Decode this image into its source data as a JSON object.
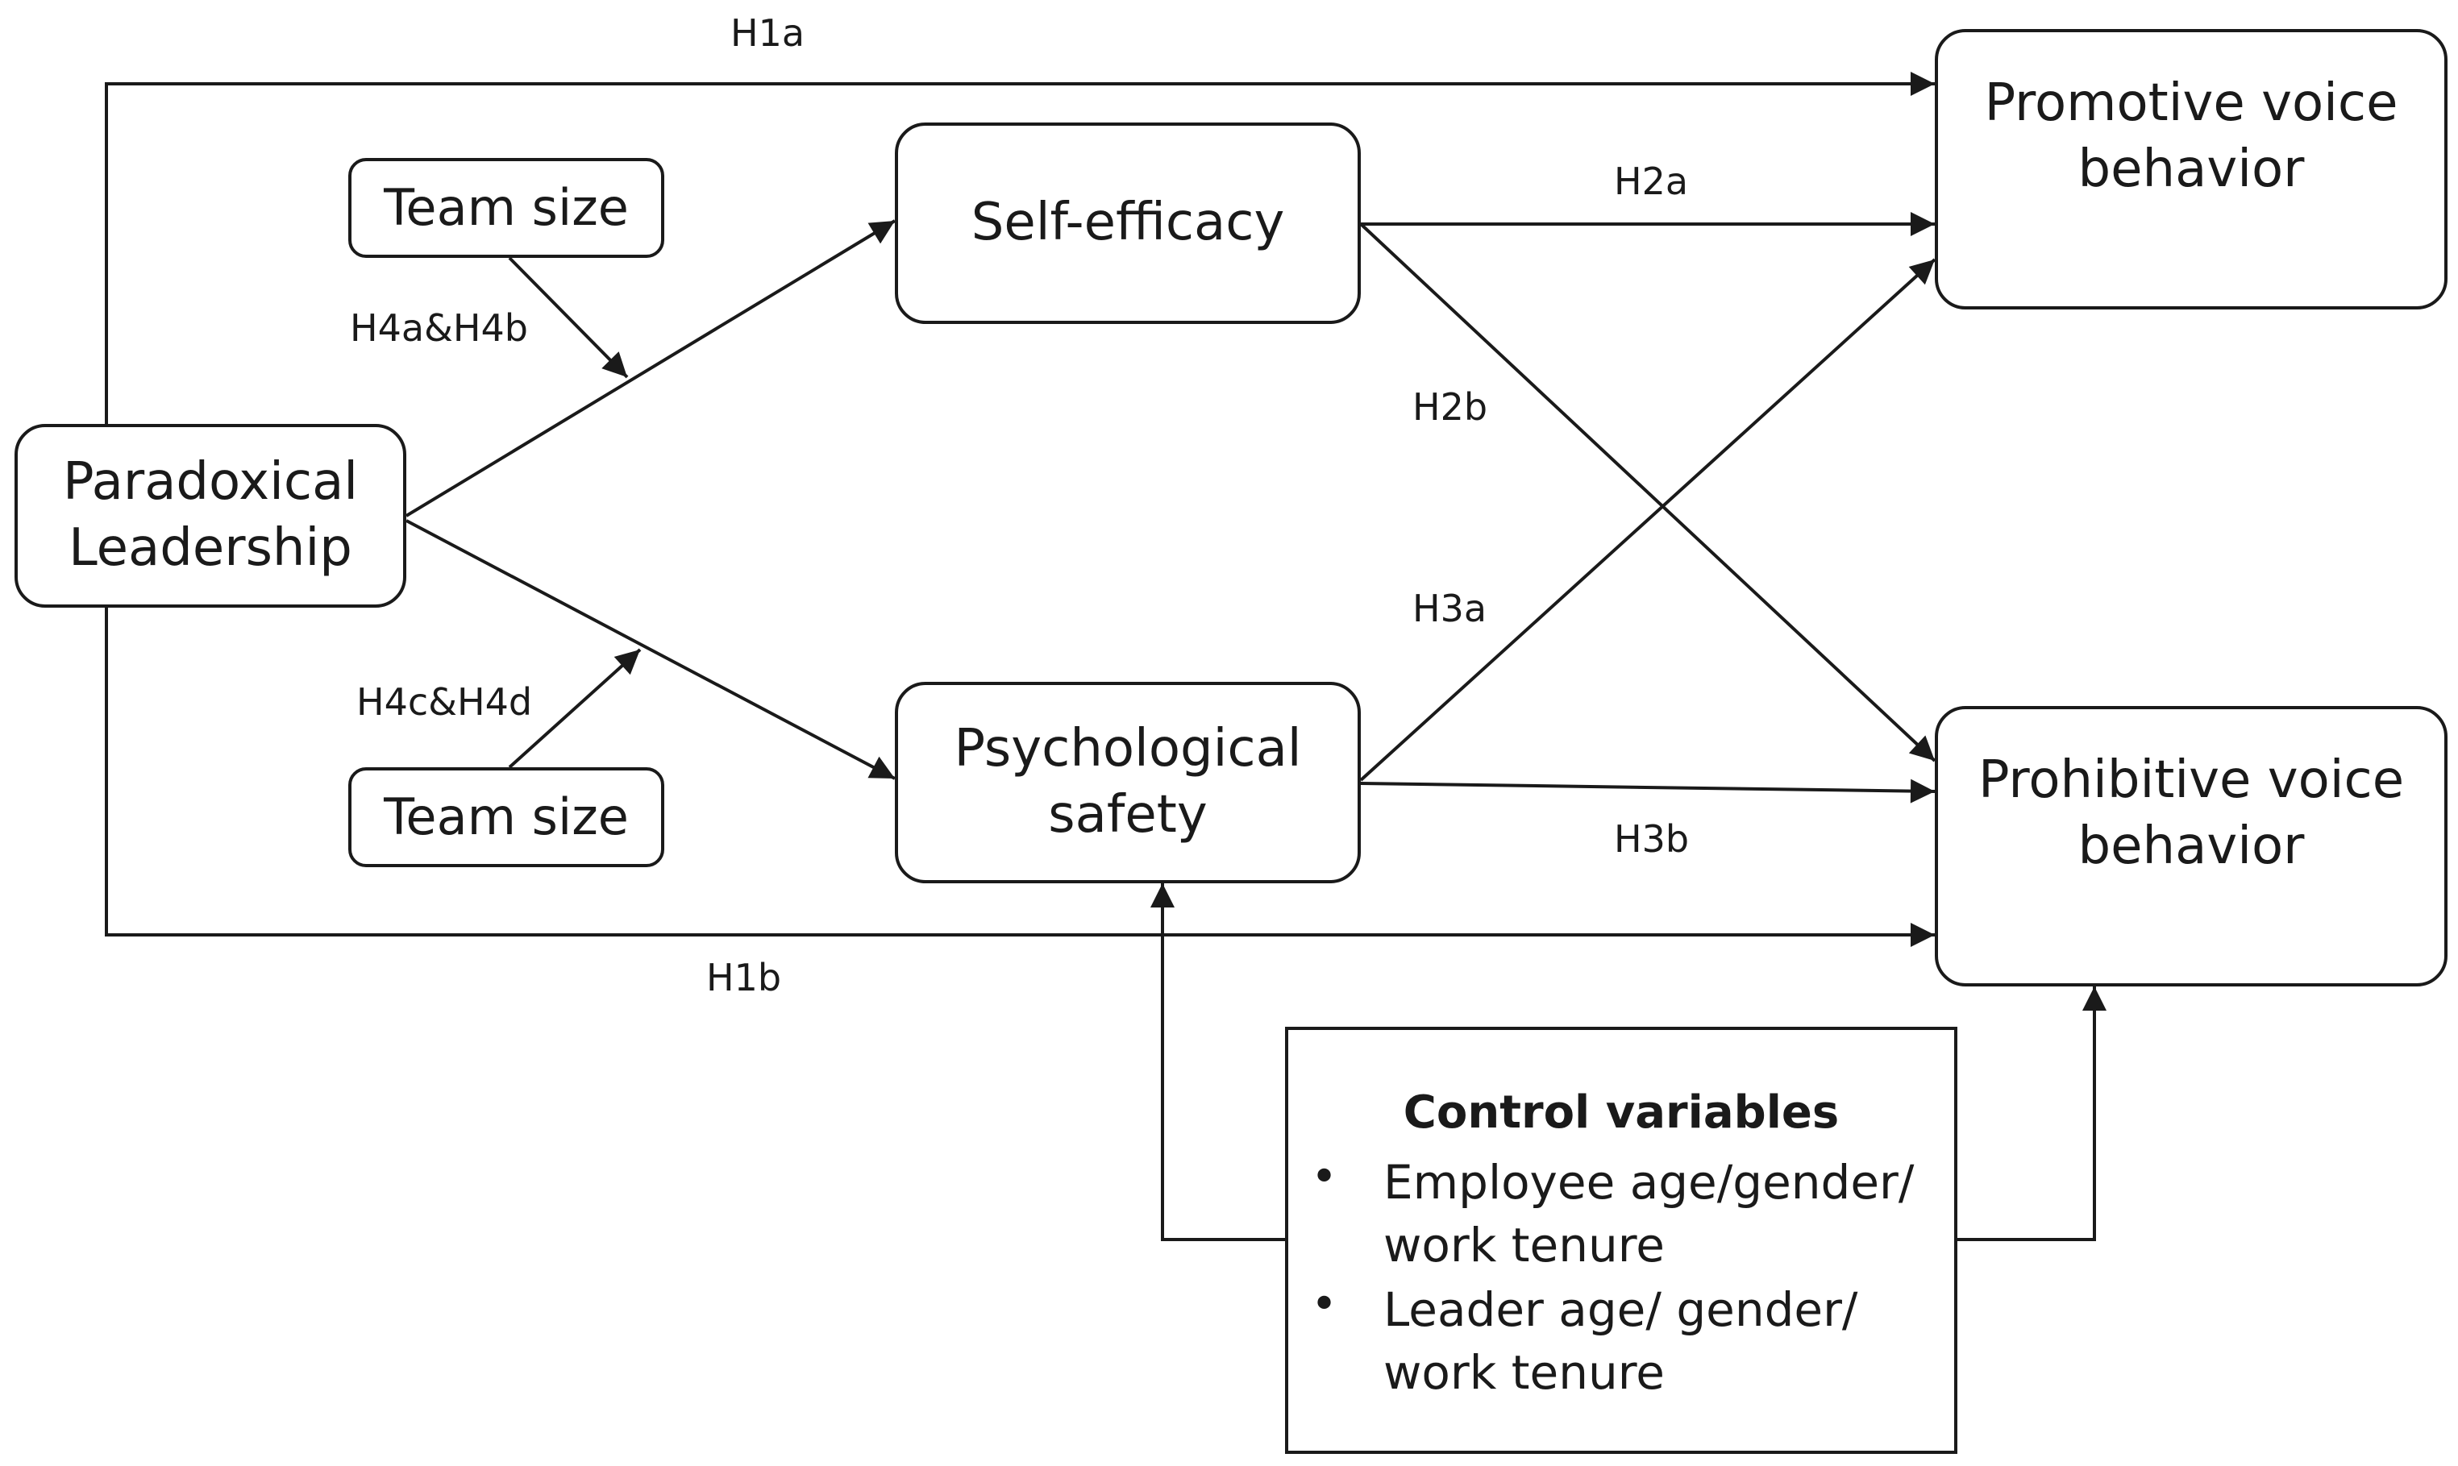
{
  "nodes": {
    "paradoxical_leadership": [
      "Paradoxical",
      "Leadership"
    ],
    "self_efficacy": "Self-efficacy",
    "psychological_safety": [
      "Psychological",
      "safety"
    ],
    "promotive_voice": [
      "Promotive voice",
      "behavior"
    ],
    "prohibitive_voice": [
      "Prohibitive voice",
      "behavior"
    ],
    "team_size_top": "Team size",
    "team_size_bottom": "Team size"
  },
  "edge_labels": {
    "h1a": "H1a",
    "h1b": "H1b",
    "h2a": "H2a",
    "h2b": "H2b",
    "h3a": "H3a",
    "h3b": "H3b",
    "h4ab": "H4a&H4b",
    "h4cd": "H4c&H4d"
  },
  "controls": {
    "title": "Control variables",
    "items": [
      [
        "Employee age/gender/",
        "work tenure"
      ],
      [
        "Leader age/ gender/",
        "work tenure"
      ]
    ]
  }
}
